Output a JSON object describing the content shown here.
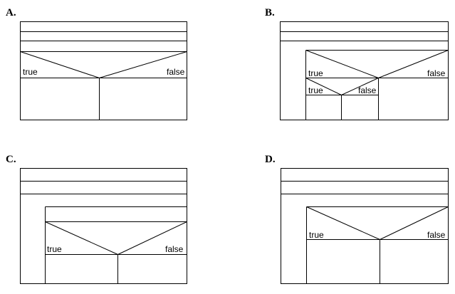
{
  "options": [
    {
      "letter": "A.",
      "branch": {
        "true_label": "true",
        "false_label": "false"
      }
    },
    {
      "letter": "B.",
      "branch": {
        "true_label": "true",
        "false_label": "false"
      },
      "nested_branch": {
        "true_label": "true",
        "false_label": "false"
      }
    },
    {
      "letter": "C.",
      "branch": {
        "true_label": "true",
        "false_label": "false"
      }
    },
    {
      "letter": "D.",
      "branch": {
        "true_label": "true",
        "false_label": "false"
      }
    }
  ],
  "colors": {
    "line": "#000000",
    "text": "#000000",
    "background": "#ffffff"
  }
}
